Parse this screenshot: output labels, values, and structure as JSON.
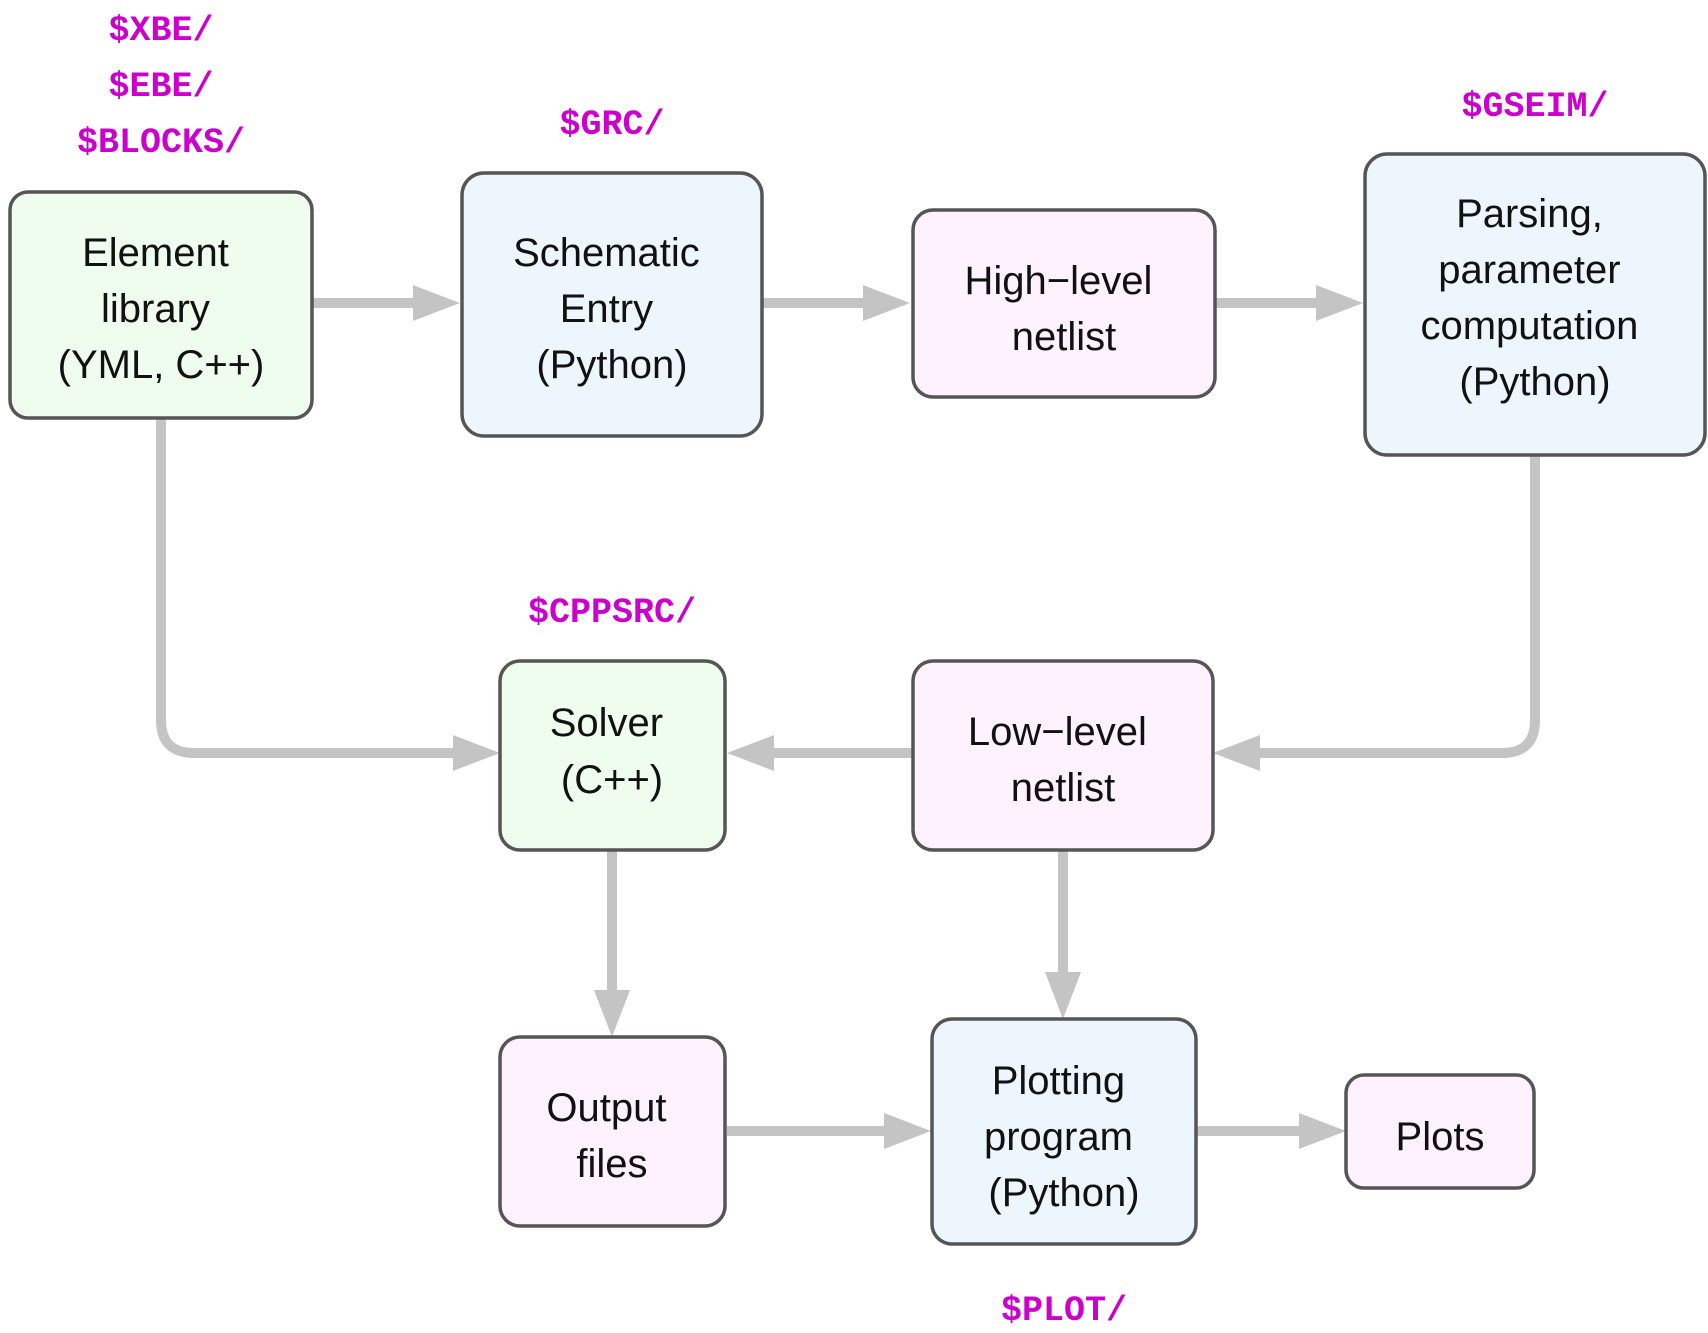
{
  "nodes": {
    "element_library": {
      "lines": [
        "Element",
        "library",
        "(YML, C++)"
      ]
    },
    "schematic_entry": {
      "lines": [
        "Schematic",
        "Entry",
        "(Python)"
      ]
    },
    "high_level_netlist": {
      "lines": [
        "High−level",
        "netlist"
      ]
    },
    "parsing": {
      "lines": [
        "Parsing,",
        "parameter",
        "computation",
        "(Python)"
      ]
    },
    "solver": {
      "lines": [
        "Solver",
        "(C++)"
      ]
    },
    "low_level_netlist": {
      "lines": [
        "Low−level",
        "netlist"
      ]
    },
    "output_files": {
      "lines": [
        "Output",
        "files"
      ]
    },
    "plotting_program": {
      "lines": [
        "Plotting",
        "program",
        "(Python)"
      ]
    },
    "plots": {
      "lines": [
        "Plots"
      ]
    }
  },
  "path_labels": {
    "xbe": "$XBE/",
    "ebe": "$EBE/",
    "blocks": "$BLOCKS/",
    "grc": "$GRC/",
    "gseim": "$GSEIM/",
    "cppsrc": "$CPPSRC/",
    "plot": "$PLOT/"
  },
  "colors": {
    "green_fill": "#effdee",
    "blue_fill": "#edf5fd",
    "pink_fill": "#fdf2fd",
    "border": "#555555",
    "arrow": "#c4c4c4",
    "label_magenta": "#cc00cc"
  }
}
